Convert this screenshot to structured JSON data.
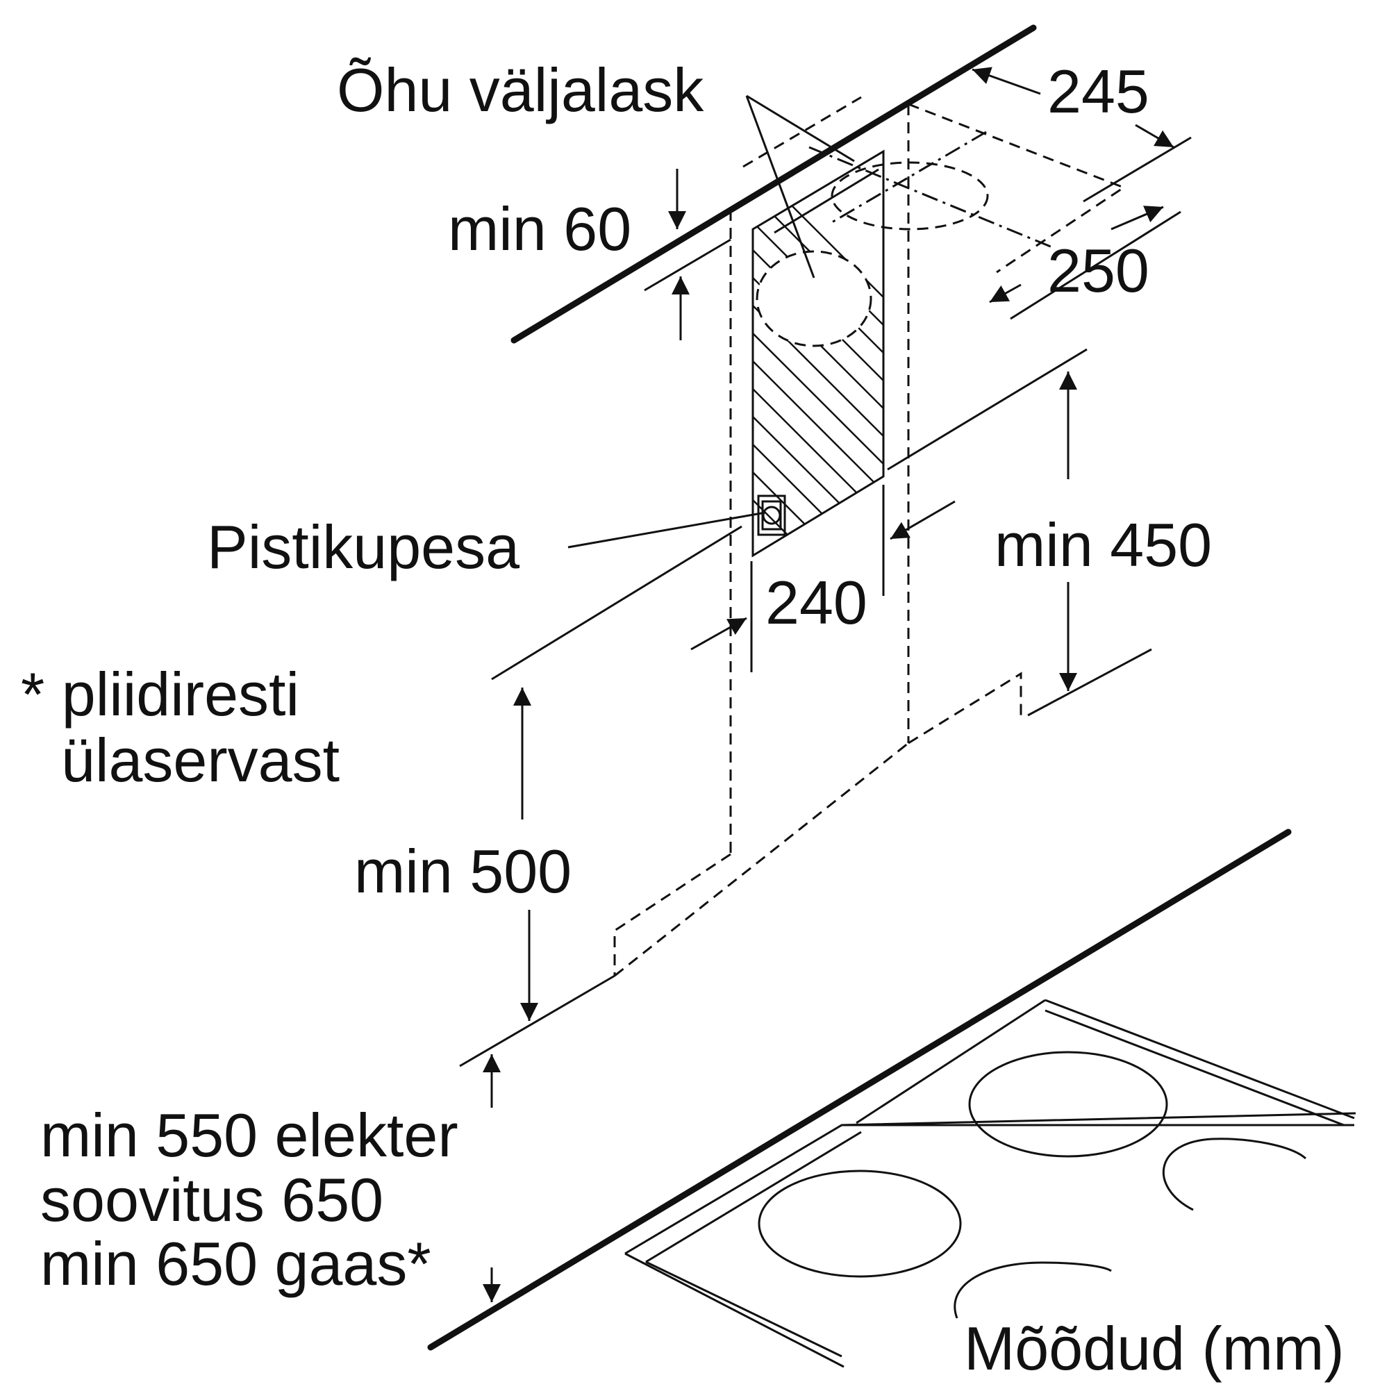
{
  "labels": {
    "air_outlet": "Õhu väljalask",
    "dim_245": "245",
    "dim_min60": "min 60",
    "dim_250": "250",
    "socket": "Pistikupesa",
    "dim_min450": "min 450",
    "dim_240": "240",
    "note_line1": "* pliidiresti",
    "note_line2": "ülaservast",
    "dim_min500": "min 500",
    "clearance_line1": "min 550 elekter",
    "clearance_line2": "soovitus 650",
    "clearance_line3": "min 650 gaas*",
    "units": "Mõõdud (mm)"
  },
  "colors": {
    "ink": "#111111",
    "background": "#ffffff"
  }
}
